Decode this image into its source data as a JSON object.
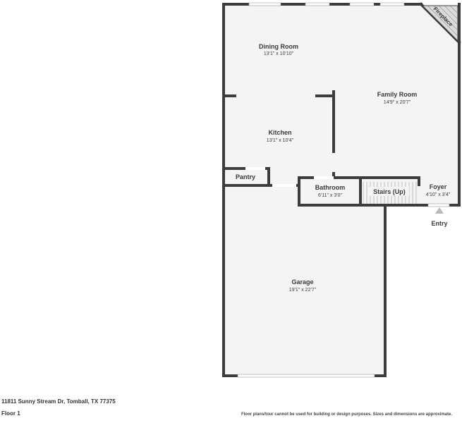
{
  "rooms": {
    "dining": {
      "name": "Dining Room",
      "dims": "13'1\" x 10'10\""
    },
    "family": {
      "name": "Family Room",
      "dims": "14'9\" x 20'7\""
    },
    "kitchen": {
      "name": "Kitchen",
      "dims": "13'1\" x 10'4\""
    },
    "pantry": {
      "name": "Pantry"
    },
    "bathroom": {
      "name": "Bathroom",
      "dims": "6'11\" x 3'0\""
    },
    "stairs": {
      "name": "Stairs (Up)"
    },
    "foyer": {
      "name": "Foyer",
      "dims": "4'10\" x 3'4\""
    },
    "garage": {
      "name": "Garage",
      "dims": "19'1\" x 22'7\""
    }
  },
  "fireplace_label": "Fireplace",
  "entry_label": "Entry",
  "address": "11811 Sunny Stream Dr, Tomball, TX 77375",
  "floor_label": "Floor 1",
  "disclaimer": "Floor plans/tour cannot be used for building or design purposes. Sizes and dimensions are approximate.",
  "colors": {
    "wall": "#3c3c3c",
    "floor": "#f4f4f4",
    "window": "#ffffff",
    "entry_marker": "#b9b9b9"
  }
}
